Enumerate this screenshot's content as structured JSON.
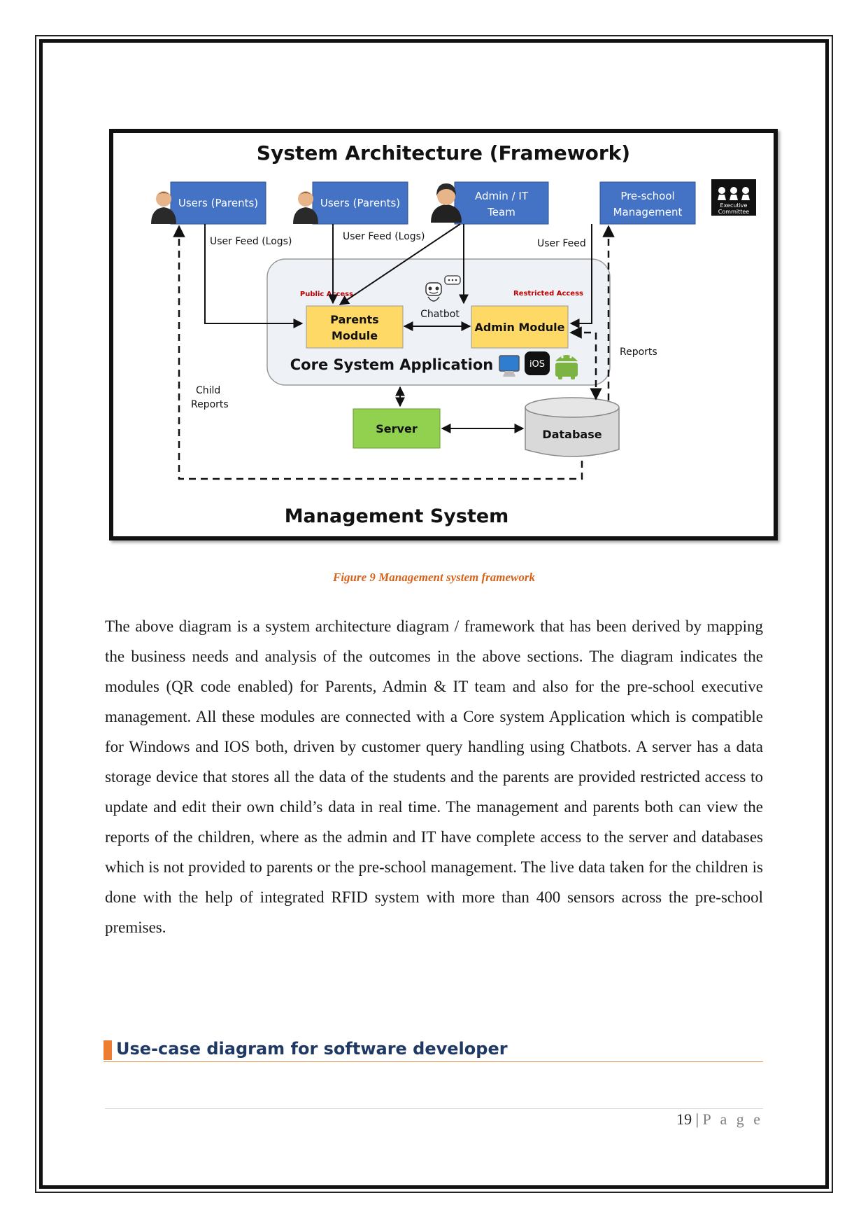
{
  "diagram": {
    "title": "System Architecture (Framework)",
    "footer_title": "Management System",
    "actors": {
      "users_parents_1": "Users (Parents)",
      "users_parents_2": "Users (Parents)",
      "admin_it_line1": "Admin / IT",
      "admin_it_line2": "Team",
      "preschool_line1": "Pre-school",
      "preschool_line2": "Management",
      "exec_committee_line1": "Executive",
      "exec_committee_line2": "Committee"
    },
    "flows": {
      "user_feed_logs_1": "User Feed (Logs)",
      "user_feed_logs_2": "User Feed (Logs)",
      "user_feed": "User Feed",
      "reports": "Reports",
      "child_reports_line1": "Child",
      "child_reports_line2": "Reports"
    },
    "core": {
      "label": "Core System Application",
      "public_access": "Public Access",
      "restricted_access": "Restricted Access",
      "chatbot": "Chatbot",
      "parents_module_line1": "Parents",
      "parents_module_line2": "Module",
      "admin_module": "Admin Module",
      "ios_badge": "iOS"
    },
    "server": "Server",
    "database": "Database",
    "colors": {
      "actor_box": "#4472c4",
      "module_box": "#ffd966",
      "server_box": "#92d050",
      "database": "#d9d9d9",
      "access_label": "#c00000"
    }
  },
  "caption": "Figure 9 Management system framework",
  "body_paragraph": "The above diagram is a system architecture diagram / framework that has been derived by mapping the business needs and analysis of the outcomes in the above sections. The diagram indicates the modules (QR code enabled) for Parents, Admin & IT team and also for the pre-school executive management. All these modules are connected with a Core system Application which is compatible for Windows and IOS both, driven by customer query handling using Chatbots. A server has a data storage device that stores all the data of the students and the parents are provided restricted access to update and edit their own child’s data in real time. The management and parents both can view the reports of the children, where as the admin and IT have complete access to the server and databases which is not provided to parents or the pre-school management. The live data taken for the children is done with the help of integrated RFID system with more than 400 sensors across the pre-school premises.",
  "section_heading": "Use-case diagram for software developer",
  "footer": {
    "page_number": "19",
    "separator": "|",
    "page_label": "P a g e"
  }
}
